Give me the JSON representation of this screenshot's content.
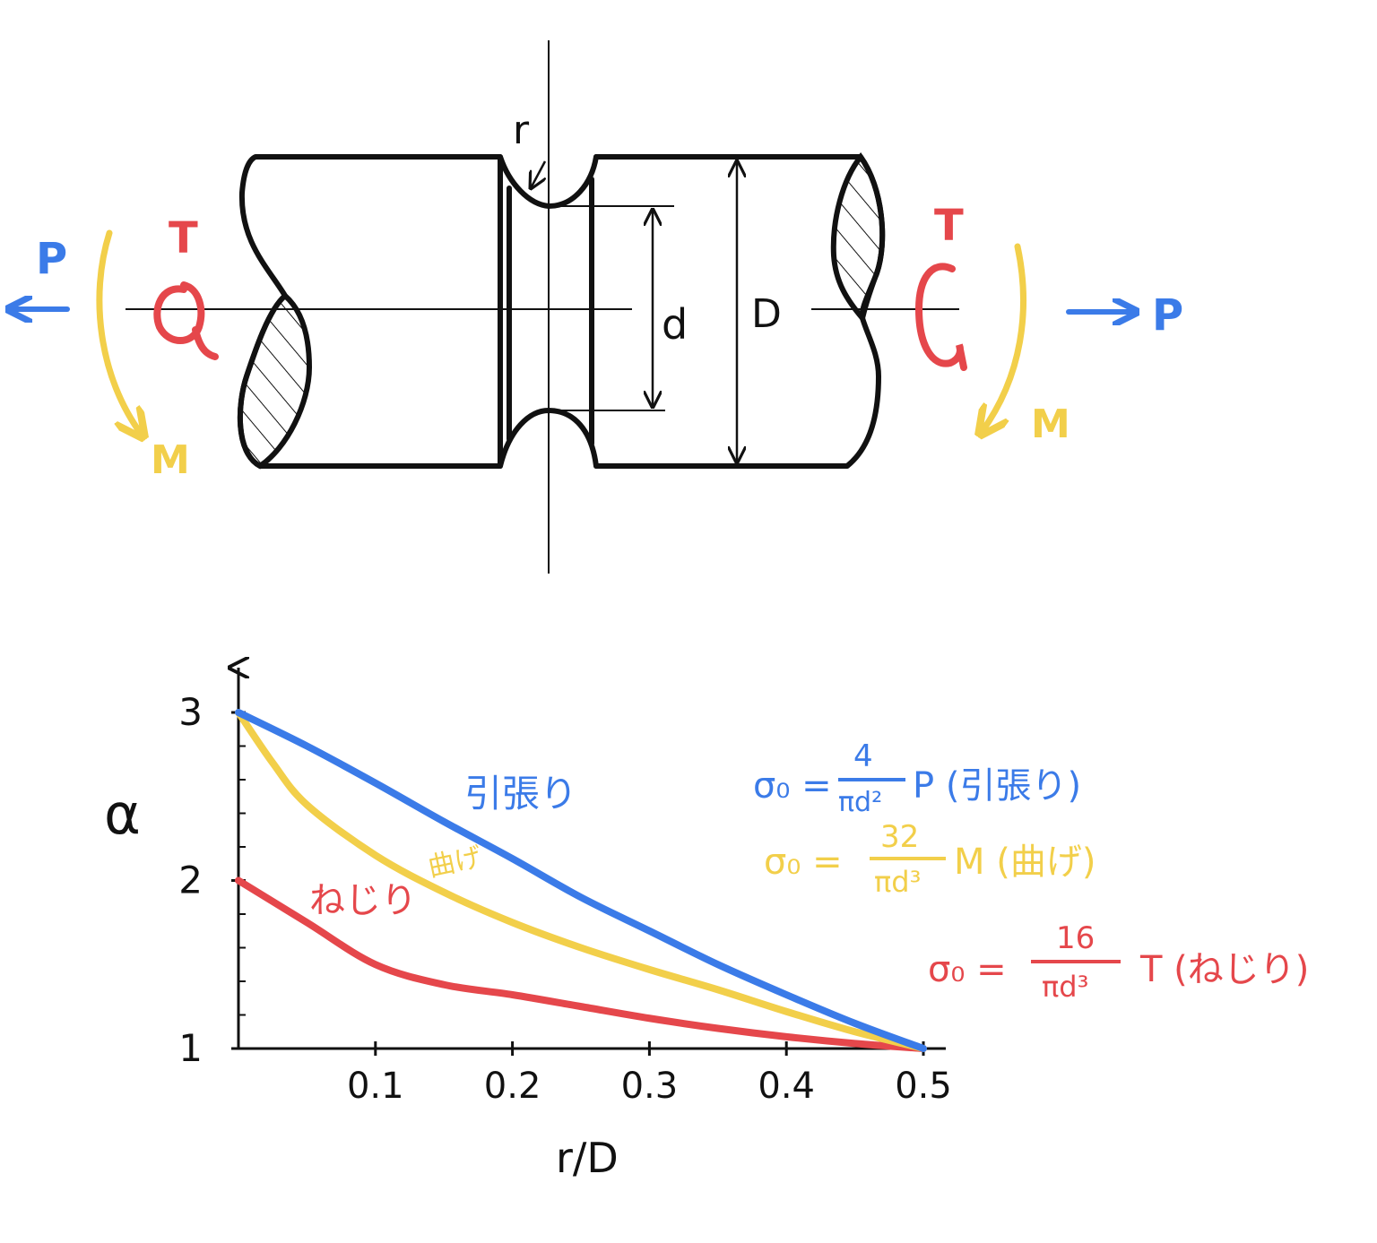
{
  "colors": {
    "ink": "#111111",
    "tension": "#3b7be8",
    "bending": "#f2cf4a",
    "torsion": "#e5474b"
  },
  "shaft": {
    "fillet_label": "r",
    "small_diameter_label": "d",
    "large_diameter_label": "D"
  },
  "loads": {
    "left": {
      "axial": "P",
      "torque": "T",
      "moment": "M"
    },
    "right": {
      "axial": "P",
      "torque": "T",
      "moment": "M"
    }
  },
  "chart_data": {
    "type": "line",
    "xlabel": "r/D",
    "ylabel": "α",
    "xlim": [
      0,
      0.5
    ],
    "ylim": [
      1,
      3
    ],
    "x_ticks": [
      "0.1",
      "0.2",
      "0.3",
      "0.4",
      "0.5"
    ],
    "y_ticks": [
      "1",
      "2",
      "3"
    ],
    "series": [
      {
        "name": "引張り",
        "color": "#3b7be8",
        "x": [
          0,
          0.05,
          0.1,
          0.15,
          0.2,
          0.25,
          0.3,
          0.35,
          0.4,
          0.45,
          0.5
        ],
        "y": [
          3.0,
          2.8,
          2.58,
          2.35,
          2.13,
          1.9,
          1.7,
          1.5,
          1.32,
          1.15,
          1.0
        ]
      },
      {
        "name": "曲げ",
        "color": "#f2cf4a",
        "x": [
          0,
          0.025,
          0.05,
          0.1,
          0.15,
          0.2,
          0.25,
          0.3,
          0.35,
          0.4,
          0.45,
          0.5
        ],
        "y": [
          3.0,
          2.7,
          2.45,
          2.15,
          1.93,
          1.75,
          1.6,
          1.47,
          1.35,
          1.22,
          1.1,
          1.0
        ]
      },
      {
        "name": "ねじり",
        "color": "#e5474b",
        "x": [
          0,
          0.05,
          0.1,
          0.15,
          0.2,
          0.25,
          0.3,
          0.35,
          0.4,
          0.45,
          0.5
        ],
        "y": [
          2.0,
          1.75,
          1.5,
          1.38,
          1.32,
          1.25,
          1.18,
          1.12,
          1.07,
          1.03,
          1.0
        ]
      }
    ]
  },
  "formulas": [
    {
      "lhs": "σ₀ =",
      "num": "4",
      "den": "πd²",
      "rest": "P (引張り)"
    },
    {
      "lhs": "σ₀ =",
      "num": "32",
      "den": "πd³",
      "rest": "M (曲げ)"
    },
    {
      "lhs": "σ₀ =",
      "num": "16",
      "den": "πd³",
      "rest": "T (ねじり)"
    }
  ]
}
